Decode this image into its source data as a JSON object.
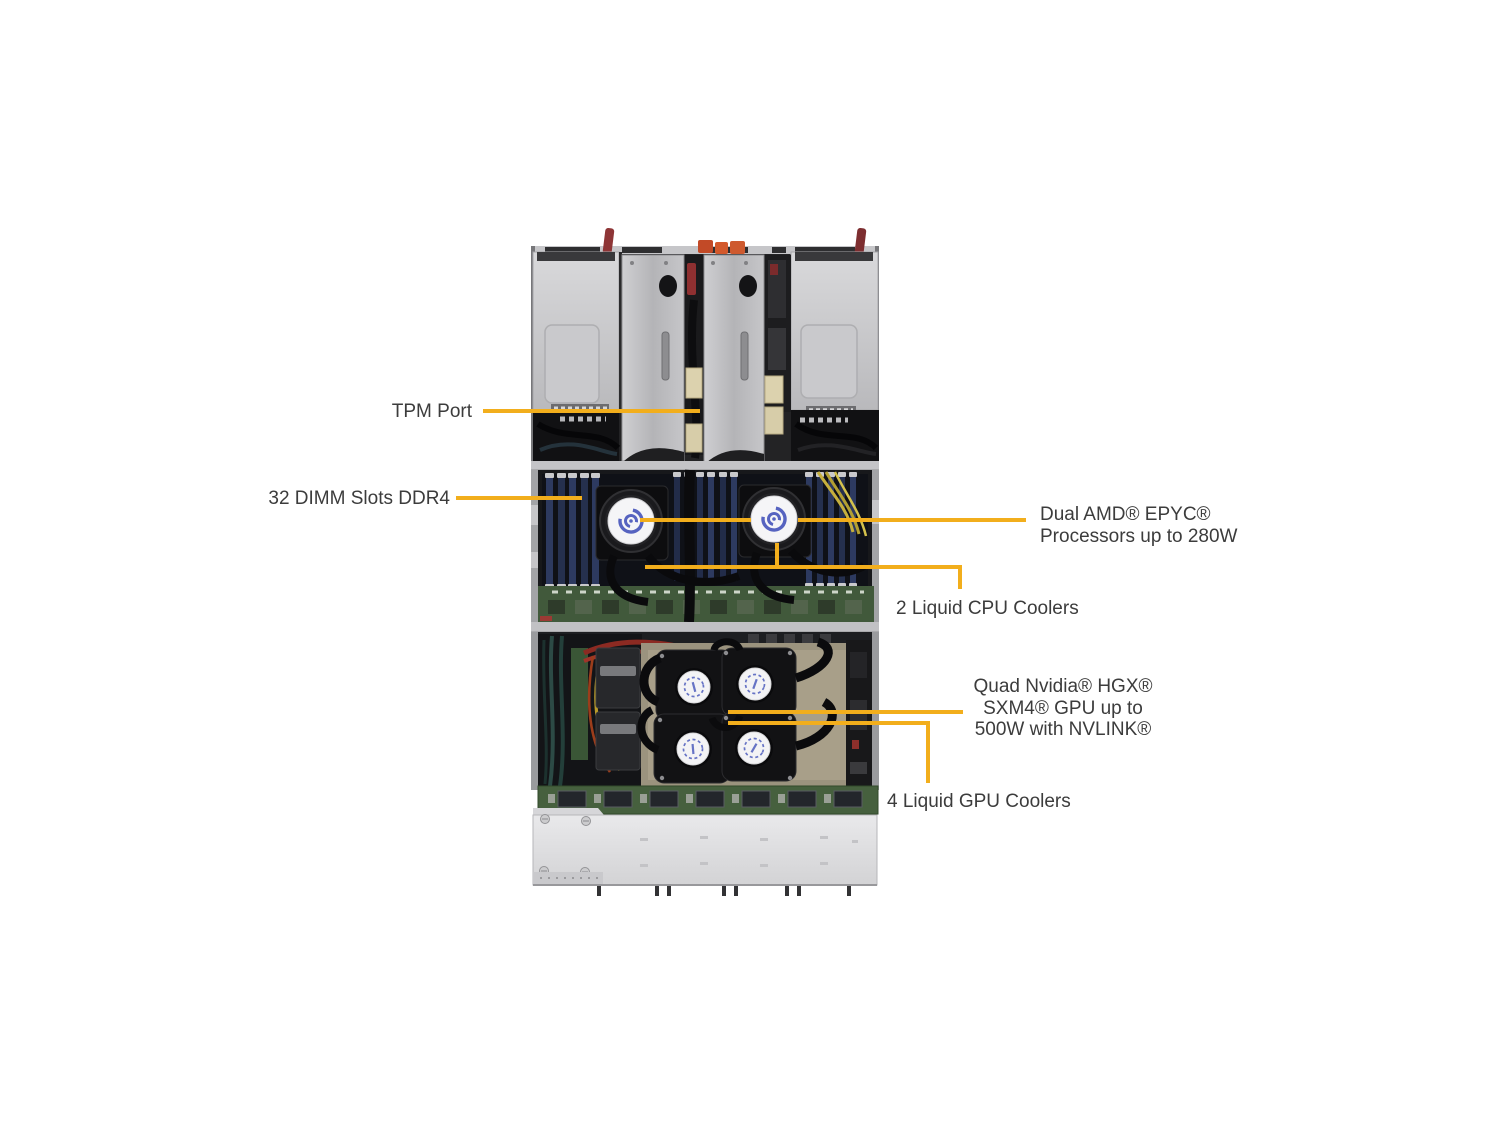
{
  "colors": {
    "background": "#FFFFFF",
    "callout_line": "#F2AE1C",
    "label_text": "#3C3C3C"
  },
  "callouts": {
    "tpm_port": {
      "label": "TPM Port"
    },
    "dimm_slots": {
      "label": "32 DIMM Slots DDR4"
    },
    "processors": {
      "line1": "Dual AMD® EPYC®",
      "line2": "Processors up to 280W"
    },
    "cpu_coolers": {
      "label": "2 Liquid CPU Coolers"
    },
    "gpus": {
      "line1": "Quad Nvidia® HGX®",
      "line2": "SXM4® GPU up to",
      "line3": "500W with NVLINK®"
    },
    "gpu_coolers": {
      "label": "4 Liquid GPU Coolers"
    }
  }
}
